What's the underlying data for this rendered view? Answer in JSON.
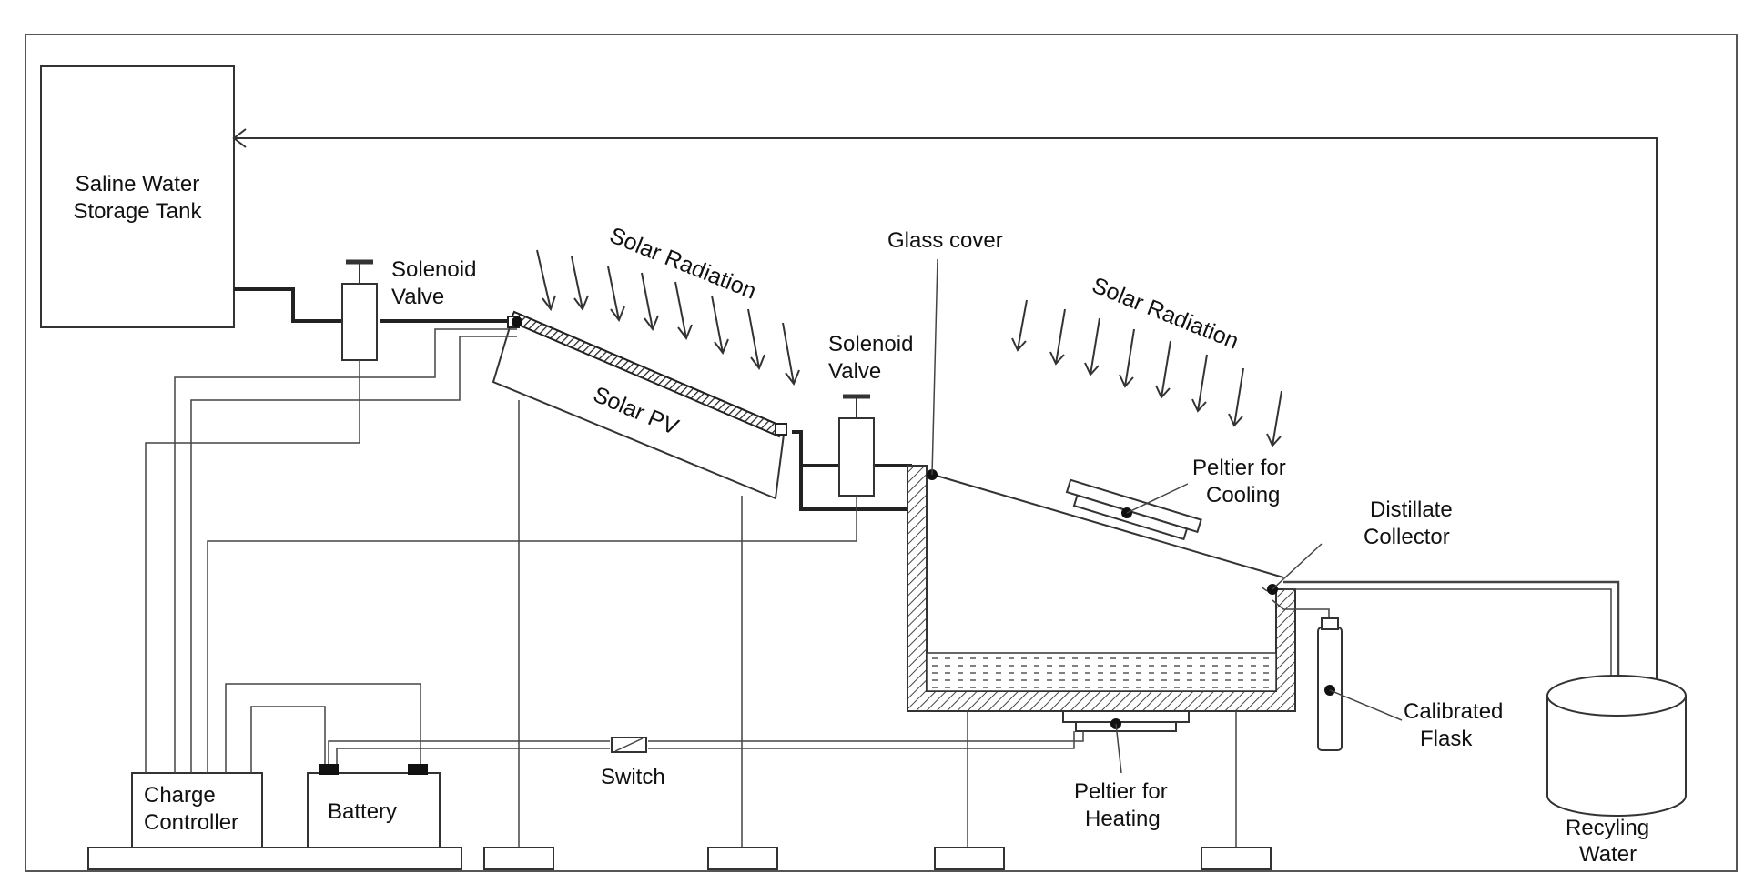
{
  "labels": {
    "tank_line1": "Saline Water",
    "tank_line2": "Storage Tank",
    "valve1_line1": "Solenoid",
    "valve1_line2": "Valve",
    "valve2_line1": "Solenoid",
    "valve2_line2": "Valve",
    "radiation1": "Solar Radiation",
    "radiation2": "Solar Radiation",
    "solar_pv": "Solar PV",
    "glass_cover": "Glass cover",
    "peltier_cooling_line1": "Peltier for",
    "peltier_cooling_line2": "Cooling",
    "distillate_line1": "Distillate",
    "distillate_line2": "Collector",
    "flask_line1": "Calibrated",
    "flask_line2": "Flask",
    "charge_line1": "Charge",
    "charge_line2": "Controller",
    "battery": "Battery",
    "switch": "Switch",
    "peltier_heating_line1": "Peltier for",
    "peltier_heating_line2": "Heating",
    "recycling_line1": "Recyling",
    "recycling_line2": "Water"
  }
}
